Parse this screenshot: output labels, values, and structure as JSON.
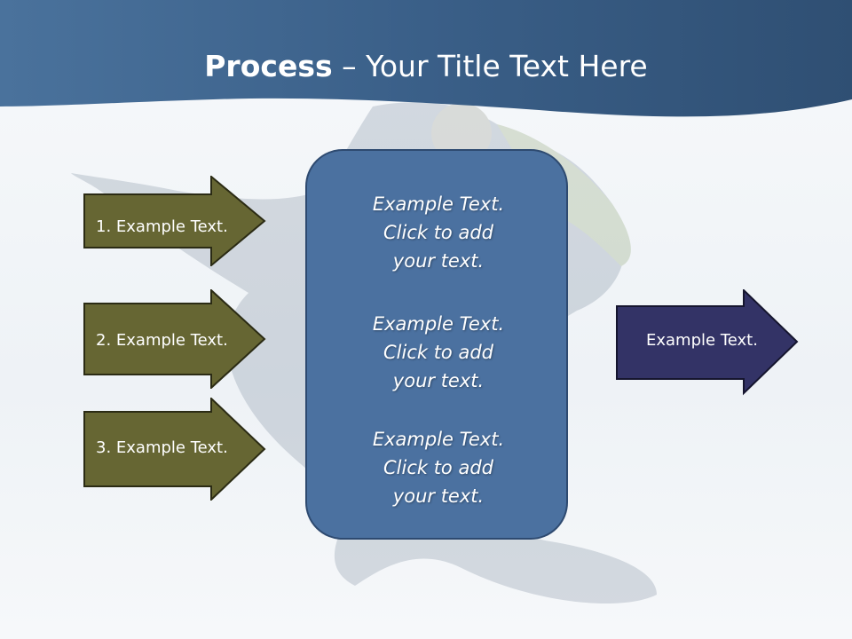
{
  "title": {
    "bold": "Process",
    "rest": " – Your Title Text Here"
  },
  "left_steps": [
    {
      "label": "1. Example Text."
    },
    {
      "label": "2. Example Text."
    },
    {
      "label": "3. Example Text."
    }
  ],
  "center_items": [
    {
      "text": "Example Text.\nClick  to add\nyour text."
    },
    {
      "text": "Example Text.\nClick  to add\nyour text."
    },
    {
      "text": "Example Text.\nClick  to add\nyour text."
    }
  ],
  "output": {
    "label": "Example Text."
  },
  "colors": {
    "banner": "#3d6590",
    "left_arrow_fill": "#666633",
    "center_box_fill": "#4b71a0",
    "output_arrow_fill": "#333366"
  }
}
